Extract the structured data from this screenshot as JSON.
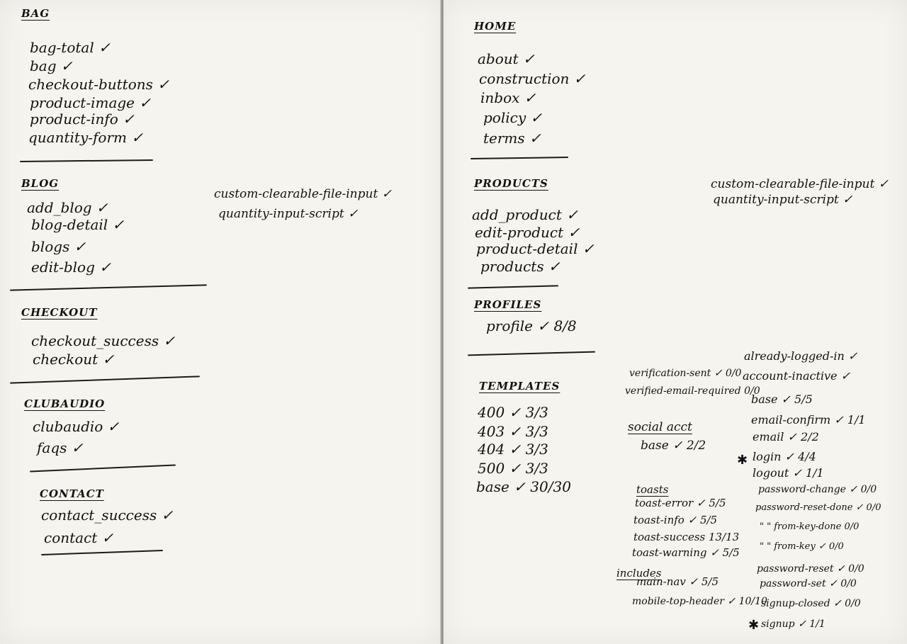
{
  "left": {
    "bag": {
      "title": "BAG",
      "items": [
        "bag-total ✓",
        "bag ✓",
        "checkout-buttons ✓",
        "product-image ✓",
        "product-info ✓",
        "quantity-form ✓"
      ]
    },
    "blog": {
      "title": "BLOG",
      "items": [
        "add_blog ✓",
        "blog-detail ✓",
        "blogs ✓",
        "edit-blog ✓"
      ]
    },
    "checkout": {
      "title": "CHECKOUT",
      "items": [
        "checkout_success ✓",
        "checkout ✓"
      ]
    },
    "clubaudio": {
      "title": "CLUBAUDIO",
      "items": [
        "clubaudio ✓",
        "faqs ✓"
      ]
    },
    "contact": {
      "title": "CONTACT",
      "items": [
        "contact_success ✓",
        "contact ✓"
      ]
    },
    "scripts": [
      "custom-clearable-file-input ✓",
      "quantity-input-script ✓"
    ]
  },
  "right": {
    "home": {
      "title": "HOME",
      "items": [
        "about ✓",
        "construction ✓",
        "inbox ✓",
        "policy ✓",
        "terms ✓"
      ]
    },
    "products": {
      "title": "PRODUCTS",
      "items": [
        "add_product ✓",
        "edit-product ✓",
        "product-detail ✓",
        "products ✓"
      ]
    },
    "profiles": {
      "title": "PROFILES",
      "items": [
        "profile ✓ 8/8"
      ]
    },
    "scripts": [
      "custom-clearable-file-input ✓",
      "quantity-input-script ✓"
    ],
    "templates": {
      "title": "TEMPLATES",
      "items": [
        "400 ✓ 3/3",
        "403 ✓ 3/3",
        "404 ✓ 3/3",
        "500 ✓ 3/3",
        "base ✓ 30/30"
      ]
    },
    "verification": [
      "verification-sent ✓ 0/0",
      "verified-email-required 0/0"
    ],
    "social_acct": {
      "title": "social acct",
      "items": [
        "base ✓ 2/2"
      ]
    },
    "toasts": {
      "title": "toasts",
      "items": [
        "toast-error ✓ 5/5",
        "toast-info ✓ 5/5",
        "toast-success 13/13",
        "toast-warning ✓ 5/5"
      ]
    },
    "includes": {
      "title": "includes",
      "items": [
        "main-nav ✓ 5/5",
        "mobile-top-header ✓ 10/10"
      ]
    },
    "account": [
      "already-logged-in ✓",
      "account-inactive ✓",
      "base ✓ 5/5",
      "email-confirm ✓ 1/1",
      "email ✓ 2/2",
      "login ✓ 4/4",
      "logout ✓ 1/1",
      "password-change ✓ 0/0",
      "password-reset-done ✓ 0/0",
      "\"  \" from-key-done 0/0",
      "\"  \" from-key ✓ 0/0",
      "password-reset ✓ 0/0",
      "password-set ✓ 0/0",
      "signup-closed ✓ 0/0",
      "signup ✓ 1/1"
    ],
    "star_mark": "✱"
  }
}
